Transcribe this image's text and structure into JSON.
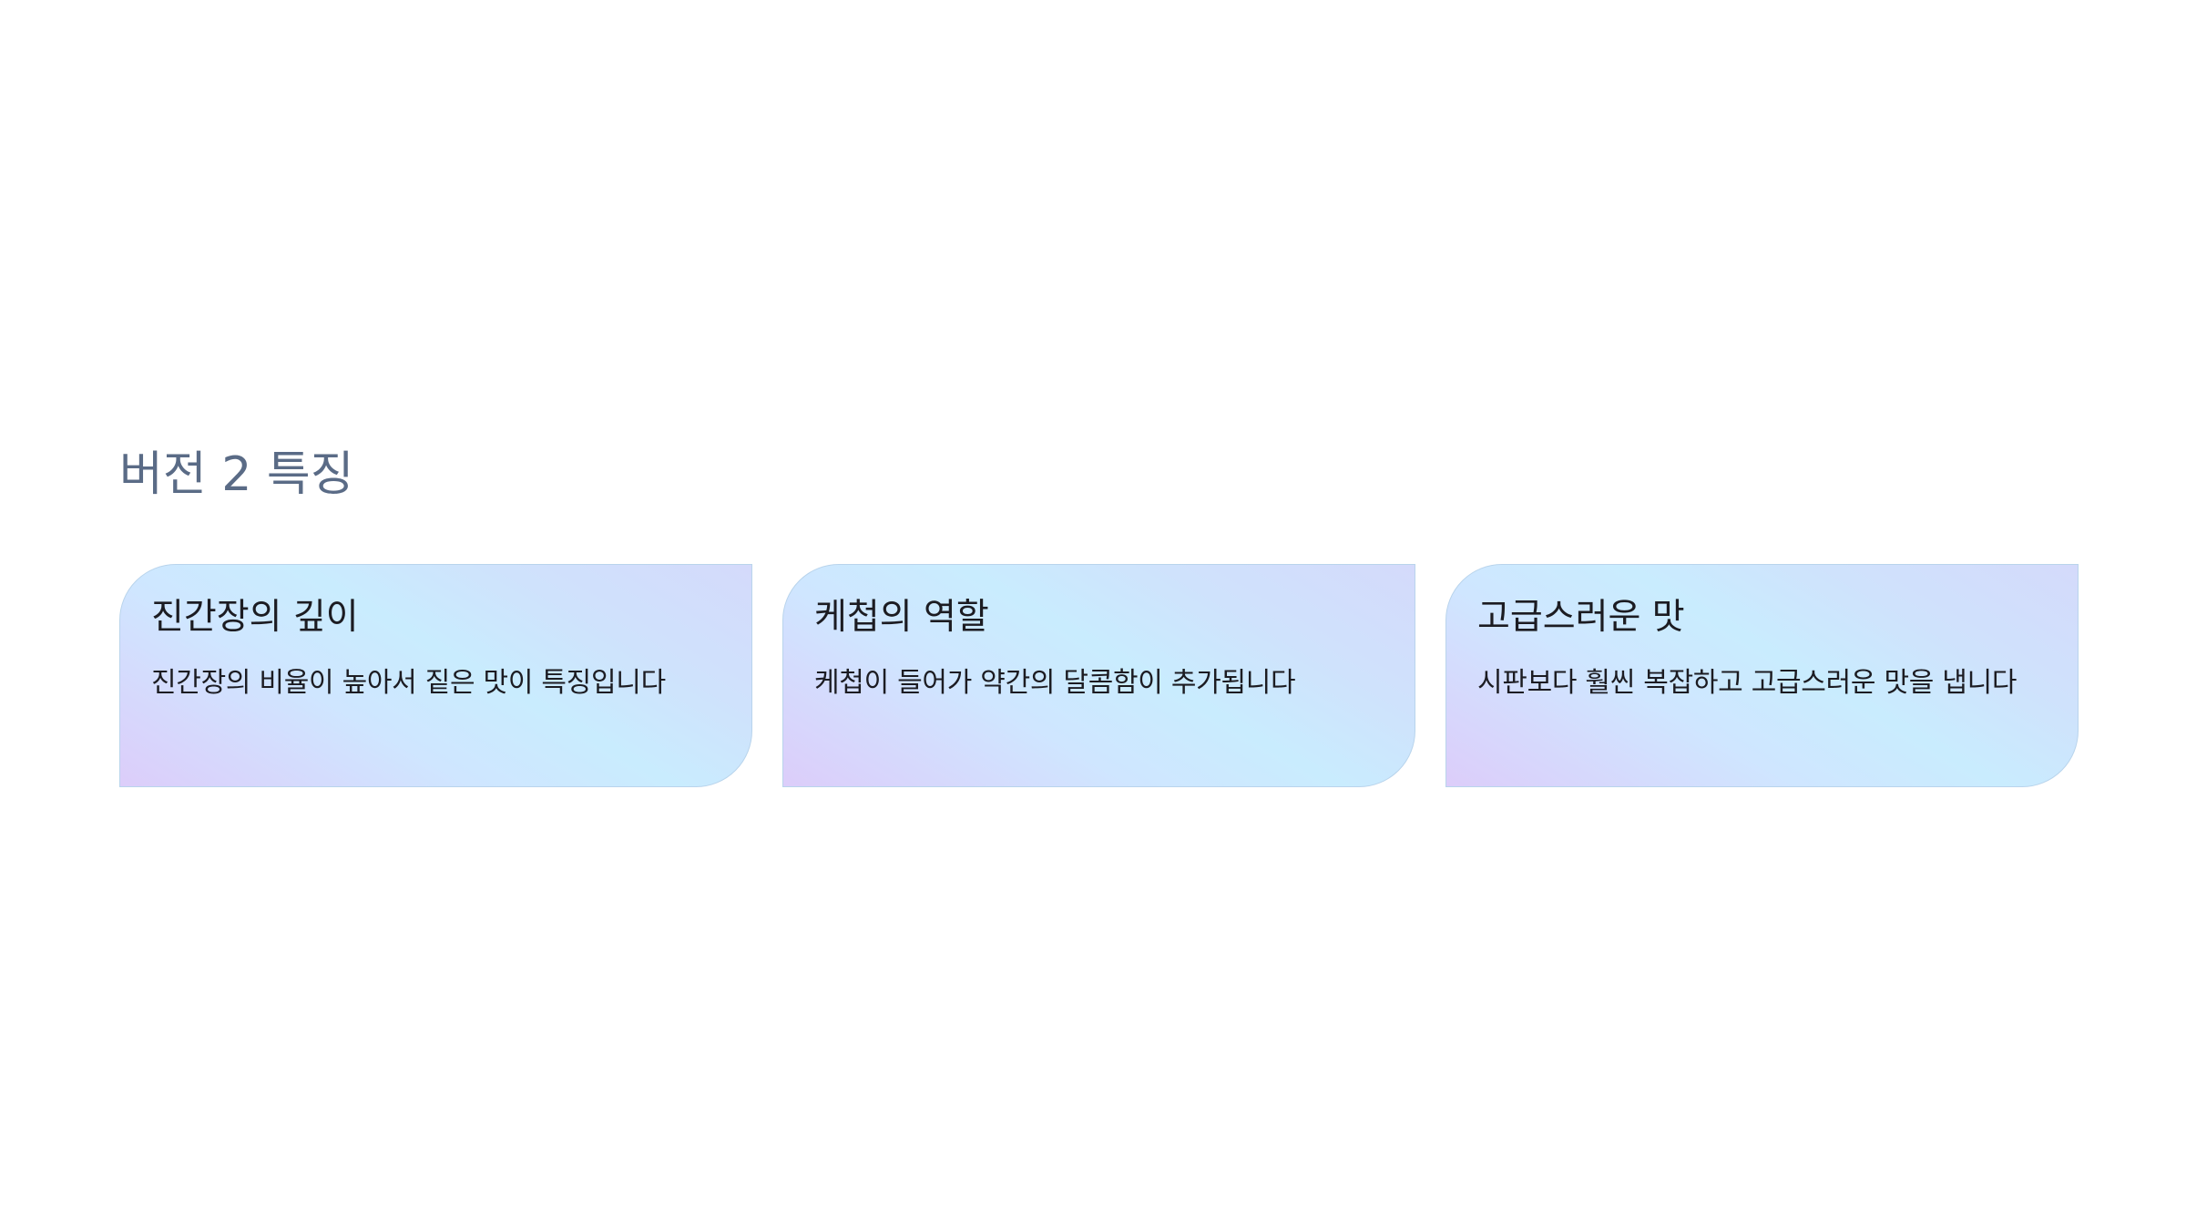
{
  "section": {
    "title": "버전 2 특징"
  },
  "cards": [
    {
      "title": "진간장의 깊이",
      "description": "진간장의 비율이 높아서 짙은 맛이 특징입니다"
    },
    {
      "title": "케첩의 역할",
      "description": "케첩이 들어가 약간의 달콤함이 추가됩니다"
    },
    {
      "title": "고급스러운 맛",
      "description": "시판보다 훨씬 복잡하고 고급스러운 맛을 냅니다"
    }
  ],
  "colors": {
    "title": "#5a6b86",
    "text": "#1c1c22",
    "card_border": "#b9d4ec",
    "card_gradient": [
      "#dccdfa",
      "#c9ecfe",
      "#d4dafb"
    ]
  }
}
